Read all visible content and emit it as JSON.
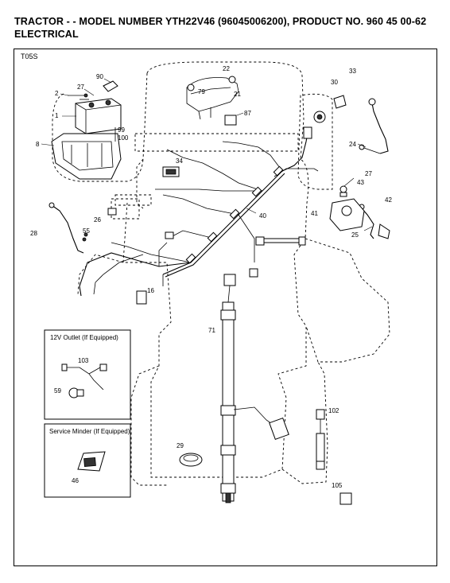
{
  "header": {
    "title": "TRACTOR - - MODEL NUMBER YTH22V46 (96045006200), PRODUCT NO. 960 45 00-62",
    "subtitle": "ELECTRICAL"
  },
  "diagram": {
    "code": "T05S",
    "parts": [
      "1",
      "2",
      "8",
      "16",
      "21",
      "22",
      "24",
      "25",
      "26",
      "27",
      "27",
      "28",
      "29",
      "30",
      "33",
      "34",
      "40",
      "41",
      "42",
      "43",
      "46",
      "55",
      "59",
      "71",
      "79",
      "87",
      "90",
      "99",
      "100",
      "102",
      "103",
      "105"
    ],
    "insets": [
      {
        "title": "12V Outlet (If Equipped)",
        "parts": [
          "103",
          "59"
        ]
      },
      {
        "title": "Service Minder (If Equipped)",
        "parts": [
          "46"
        ]
      }
    ]
  }
}
